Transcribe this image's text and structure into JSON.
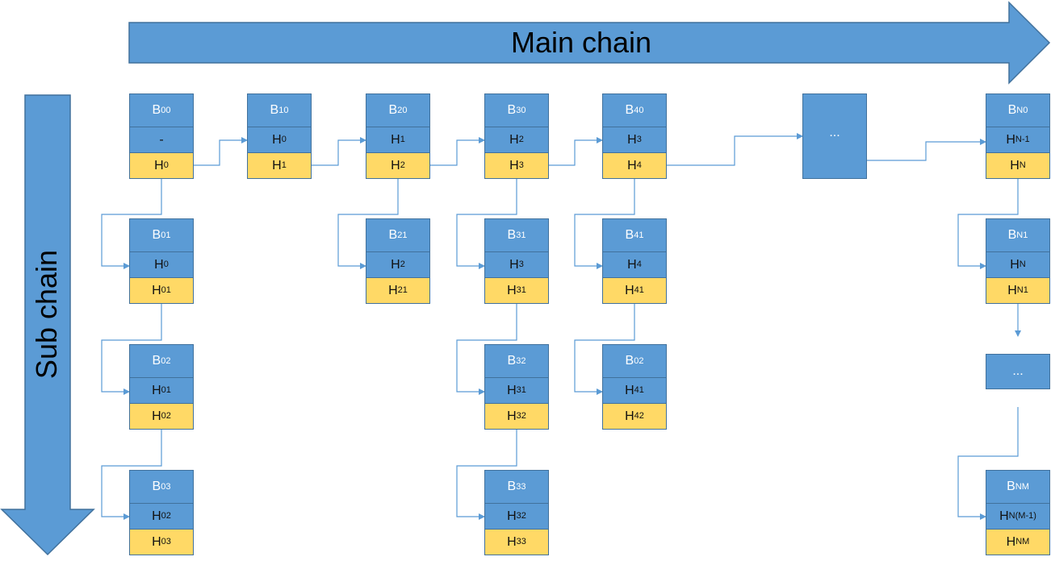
{
  "main_chain_label": "Main chain",
  "sub_chain_label": "Sub chain",
  "colors": {
    "block_blue": "#5b9bd5",
    "hash_yellow": "#ffd966",
    "border": "#41719c",
    "arrow": "#5b9bd5"
  },
  "blocks": {
    "b00": {
      "id": "B00",
      "prev": "-",
      "hash": "H0"
    },
    "b10": {
      "id": "B10",
      "prev": "H0",
      "hash": "H1"
    },
    "b20": {
      "id": "B20",
      "prev": "H1",
      "hash": "H2"
    },
    "b30": {
      "id": "B30",
      "prev": "H2",
      "hash": "H3"
    },
    "b40": {
      "id": "B40",
      "prev": "H3",
      "hash": "H4"
    },
    "bn0": {
      "id": "BN0",
      "prev": "HN-1",
      "hash": "HN"
    },
    "b01": {
      "id": "B01",
      "prev": "H0",
      "hash": "H01"
    },
    "b02": {
      "id": "B02",
      "prev": "H01",
      "hash": "H02"
    },
    "b03": {
      "id": "B03",
      "prev": "H02",
      "hash": "H03"
    },
    "b21": {
      "id": "B21",
      "prev": "H2",
      "hash": "H21"
    },
    "b31": {
      "id": "B31",
      "prev": "H3",
      "hash": "H31"
    },
    "b32": {
      "id": "B32",
      "prev": "H31",
      "hash": "H32"
    },
    "b33": {
      "id": "B33",
      "prev": "H32",
      "hash": "H33"
    },
    "b41": {
      "id": "B41",
      "prev": "H4",
      "hash": "H41"
    },
    "b42": {
      "id": "B02",
      "prev": "H41",
      "hash": "H42"
    },
    "bn1": {
      "id": "BN1",
      "prev": "HN",
      "hash": "HN1"
    },
    "bnm": {
      "id": "BNM",
      "prev": "HN(M-1)",
      "hash": "HNM"
    }
  },
  "ellipsis_main": "...",
  "ellipsis_sub": "..."
}
